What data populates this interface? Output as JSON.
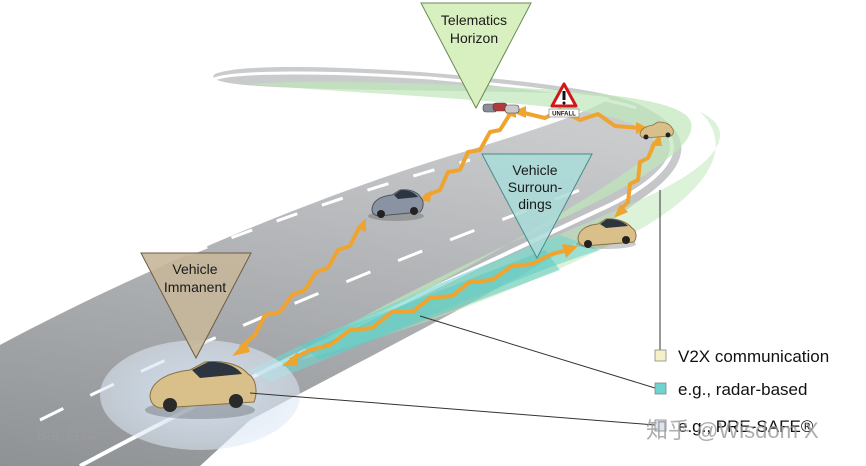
{
  "triangles": {
    "telematics": {
      "lines": [
        "Telematics",
        "Horizon"
      ],
      "fill": "#d8f0c0",
      "stroke": "#6a8a55"
    },
    "surroundings": {
      "lines": [
        "Vehicle",
        "Surroun-",
        "dings"
      ],
      "fill": "#a9dcd9",
      "stroke": "#4b8a87"
    },
    "immanent": {
      "lines": [
        "Vehicle",
        "Immanent"
      ],
      "fill": "#c7b79a",
      "stroke": "#6d5d46"
    }
  },
  "sign": {
    "label": "UNFALL"
  },
  "legend": [
    {
      "text": "V2X communication",
      "color": "#f5f0c8"
    },
    {
      "text": "e.g., radar-based",
      "color": "#6fd3cf"
    },
    {
      "text": "e.g., PRE-SAFE®",
      "color": "#dde6f0"
    }
  ],
  "watermarks": {
    "left": "Bai·百科",
    "right": "知乎 @Wisdom X"
  },
  "colors": {
    "arrow": "#f0a430",
    "car": "#d9c08a",
    "car_gray": "#8a93a3",
    "road": "#b7b9bc"
  }
}
